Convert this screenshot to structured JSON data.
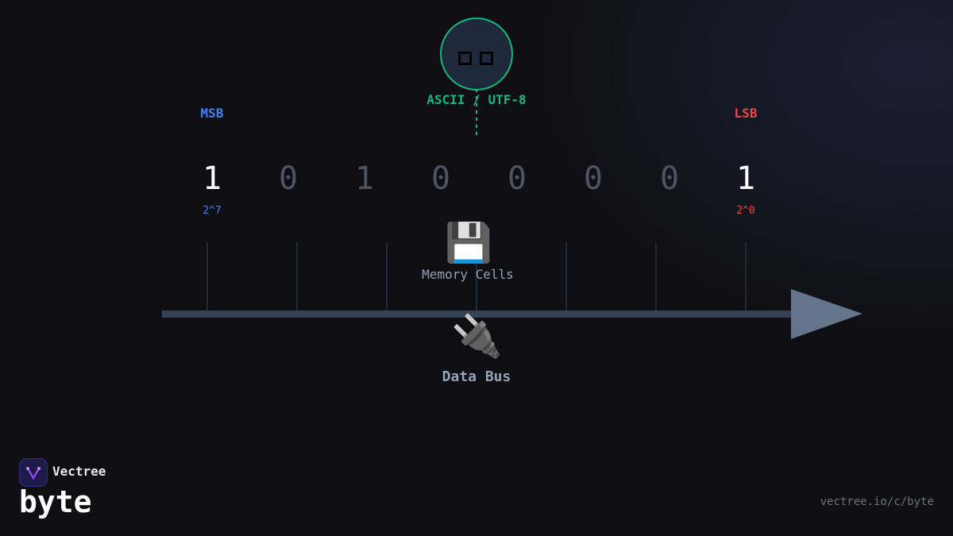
{
  "encoding_label": "ASCII / UTF-8",
  "msb_label": "MSB",
  "lsb_label": "LSB",
  "bits": [
    "1",
    "0",
    "1",
    "0",
    "0",
    "0",
    "0",
    "1"
  ],
  "weights": {
    "msb": "2^7",
    "lsb": "2^0"
  },
  "memory": {
    "icon": "floppy-disk-icon",
    "label": "Memory Cells"
  },
  "bus": {
    "icon": "electric-plug-icon",
    "label": "Data Bus"
  },
  "brand": {
    "name": "Vectree",
    "logo": "vectree-logo"
  },
  "topic": "byte",
  "url": "vectree.io/c/byte",
  "colors": {
    "accent_green": "#10b981",
    "msb_blue": "#3b82f6",
    "lsb_red": "#ef4444",
    "bus_gray": "#334155",
    "arrow_gray": "#64748b"
  }
}
